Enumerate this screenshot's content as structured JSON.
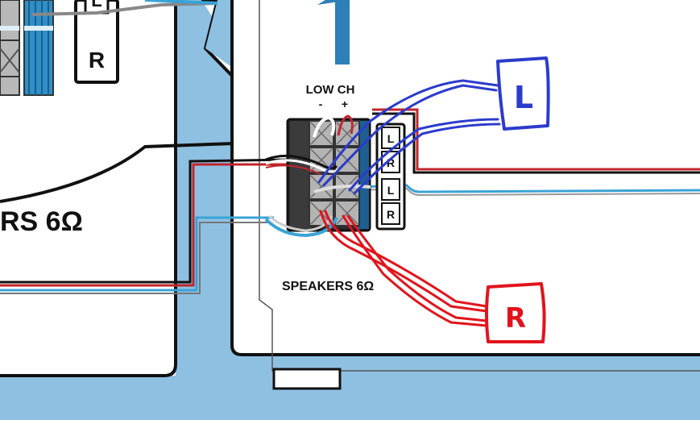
{
  "colors": {
    "background_blue": "#8ec0e2",
    "speaker_cable_blue": "#3aa3d6",
    "speaker_cable_red": "#c0262d",
    "speaker_cable_black": "#1a1a1a",
    "marker_blue": "#2c3bcc",
    "marker_red": "#e1141c",
    "panel_white": "#ffffff",
    "outline_black": "#111111"
  },
  "left_unit": {
    "terminal_labels": [
      "L",
      "R"
    ],
    "speaker_label": "RS 6Ω"
  },
  "right_unit": {
    "channel_header": "LOW CH",
    "minus_symbol": "-",
    "plus_symbol": "+",
    "terminal_labels": [
      "L",
      "R",
      "L",
      "R"
    ],
    "speaker_label": "SPEAKERS 6Ω"
  },
  "annotations": {
    "left_marker": "L",
    "right_marker": "R"
  }
}
